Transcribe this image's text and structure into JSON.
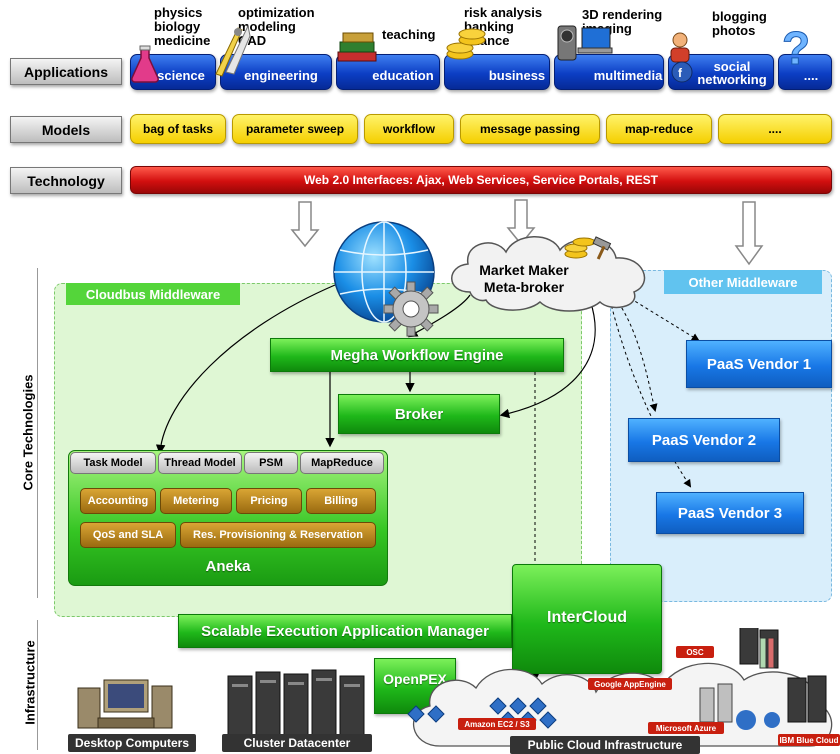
{
  "layers": {
    "applications": "Applications",
    "models": "Models",
    "technology": "Technology",
    "core_technologies": "Core Technologies",
    "infrastructure": "Infrastructure"
  },
  "applications": [
    {
      "label": "science",
      "topics": "physics\nbiology\nmedicine",
      "icon": "flask-icon"
    },
    {
      "label": "engineering",
      "topics": "optimization\nmodeling\nCAD",
      "icon": "drafting-tools-icon"
    },
    {
      "label": "education",
      "topics": "teaching",
      "icon": "books-icon"
    },
    {
      "label": "business",
      "topics": "risk analysis\nbanking\nfinance",
      "icon": "coins-icon"
    },
    {
      "label": "multimedia",
      "topics": "3D rendering\nimaging",
      "icon": "camera-icon"
    },
    {
      "label": "social\nnetworking",
      "topics": "blogging\nphotos",
      "icon": "people-icon"
    },
    {
      "label": "....",
      "topics": "",
      "icon": "question-icon"
    }
  ],
  "models": [
    "bag of tasks",
    "parameter sweep",
    "workflow",
    "message passing",
    "map-reduce",
    "...."
  ],
  "technology_bar": "Web 2.0 Interfaces: Ajax, Web Services, Service Portals, REST",
  "cloudbus_middleware": "Cloudbus Middleware",
  "other_middleware": "Other Middleware",
  "market_maker": "Market Maker\nMeta-broker",
  "megha": "Megha Workflow Engine",
  "broker": "Broker",
  "aneka": {
    "title": "Aneka",
    "models": [
      "Task Model",
      "Thread Model",
      "PSM",
      "MapReduce"
    ],
    "services_row1": [
      "Accounting",
      "Metering",
      "Pricing",
      "Billing"
    ],
    "services_row2": [
      "QoS and SLA",
      "Res. Provisioning & Reservation"
    ]
  },
  "paas_vendors": [
    "PaaS Vendor 1",
    "PaaS Vendor 2",
    "PaaS Vendor 3"
  ],
  "intercloud": "InterCloud",
  "seam": "Scalable Execution Application Manager",
  "openpex": "OpenPEX",
  "infra": {
    "desktop": "Desktop Computers",
    "cluster": "Cluster Datacenter",
    "public_cloud": "Public Cloud Infrastructure",
    "providers": [
      "Amazon EC2 / S3",
      "Google AppEngine",
      "Microsoft Azure",
      "OSC",
      "IBM Blue Cloud"
    ]
  },
  "colors": {
    "green": "#1fb81a",
    "blue": "#0c3ec4",
    "yellow": "#f5cf00",
    "red": "#d20f0f",
    "paas": "#1877e6"
  }
}
